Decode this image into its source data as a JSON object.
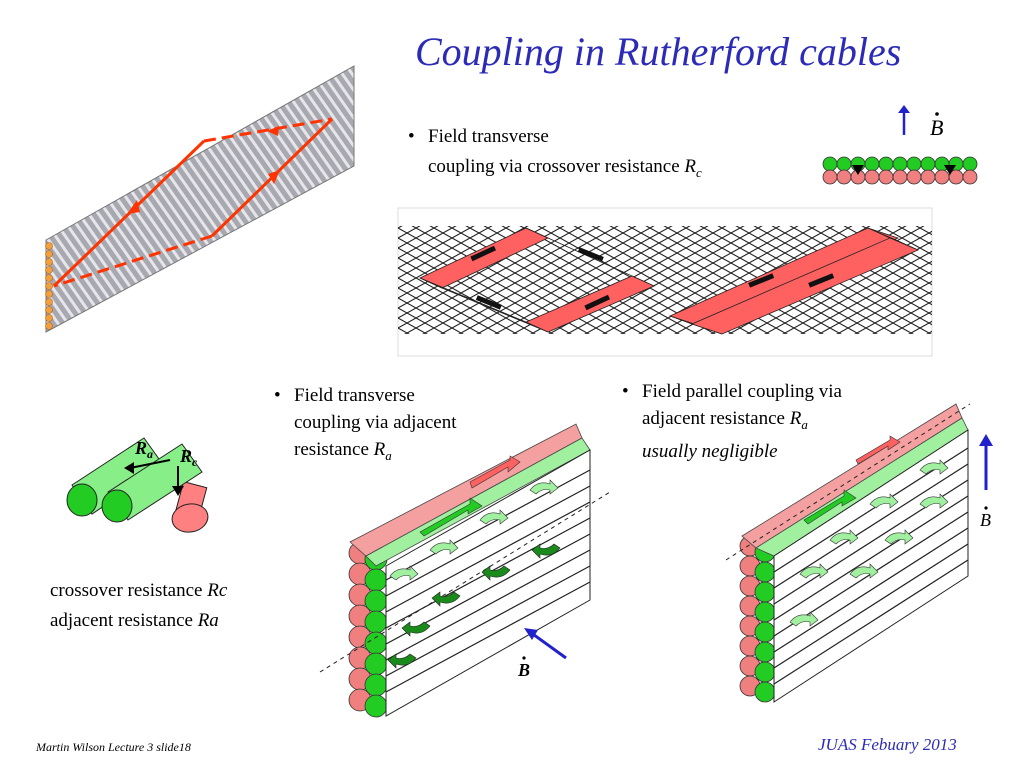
{
  "slide": {
    "title": "Coupling in Rutherford cables",
    "bullets": [
      {
        "line1": "Field transverse",
        "line2": "coupling via crossover resistance ",
        "sym": "R",
        "sub": "c"
      },
      {
        "line1": "Field transverse",
        "line2": "coupling via adjacent",
        "line3": "resistance ",
        "sym": "R",
        "sub": "a"
      },
      {
        "line1": "Field parallel coupling via",
        "line2": "adjacent resistance ",
        "sym": "R",
        "sub": "a",
        "line3": "usually negligible"
      }
    ],
    "bullet_char": "•",
    "diagram_labels": {
      "bdot": "B",
      "ra": "R",
      "ra_sub": "a",
      "rc": "R",
      "rc_sub": "c"
    },
    "legend": {
      "line1_text": "crossover resistance ",
      "line1_sym": "Rc",
      "line2_text": "adjacent resistance ",
      "line2_sym": "Ra"
    },
    "footer": {
      "left": "Martin Wilson Lecture 3 slide18",
      "right": "JUAS Febuary 2013"
    },
    "colors": {
      "title": "#2b2bb8",
      "strand_green": "#1fc81f",
      "strand_red": "#f08080",
      "arrow_blue": "#2222cc",
      "current_red": "#ff3300"
    }
  }
}
